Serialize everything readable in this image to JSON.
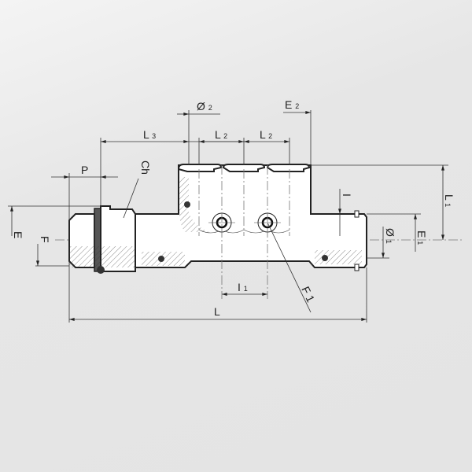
{
  "drawing": {
    "labels": {
      "d2": "Ø",
      "d2_sub": "2",
      "e2": "E",
      "e2_sub": "2",
      "l3": "L",
      "l3_sub": "3",
      "l2a": "L",
      "l2a_sub": "2",
      "l2b": "L",
      "l2b_sub": "2",
      "p": "P",
      "ch": "Ch",
      "i": "I",
      "l1": "L",
      "l1_sub": "1",
      "e": "E",
      "f": "F",
      "d1": "Ø",
      "d1_sub": "1",
      "e1": "E",
      "e1_sub": "1",
      "i1": "I",
      "i1_sub": "1",
      "f1": "F 1",
      "l": "L"
    }
  }
}
